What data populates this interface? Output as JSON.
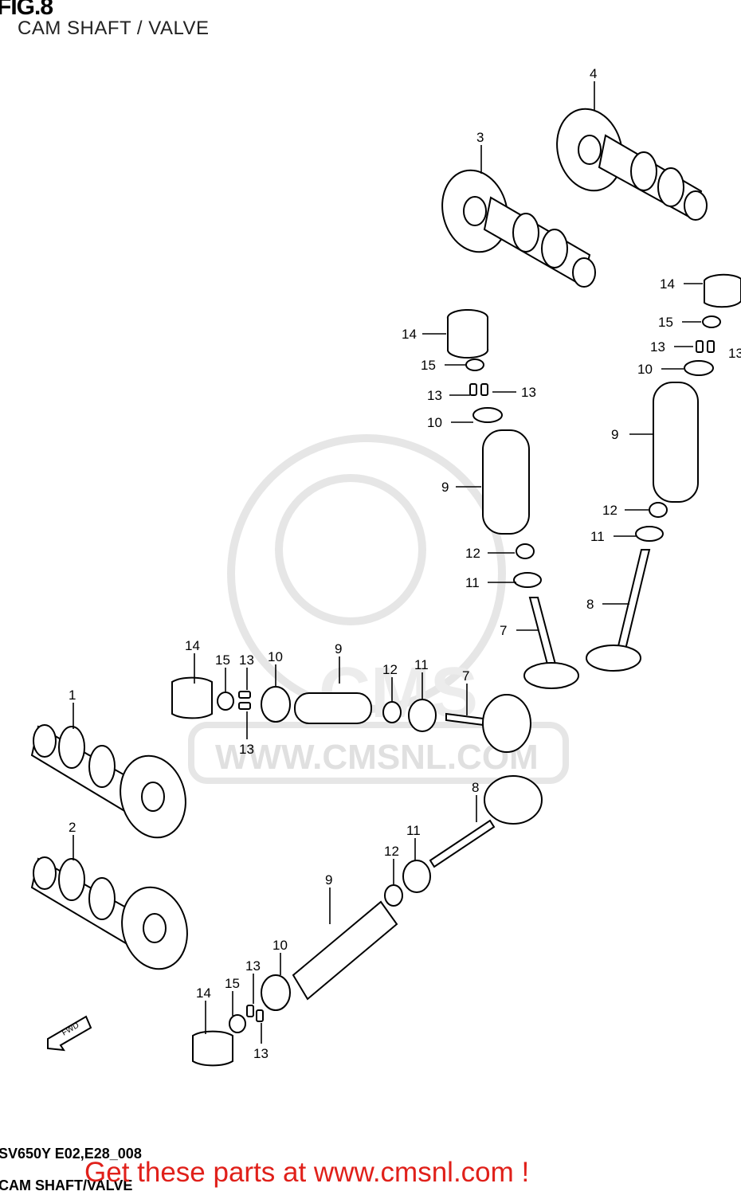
{
  "header": {
    "figure": "FIG.8",
    "title": "CAM SHAFT / VALVE"
  },
  "watermark": {
    "url": "WWW.CMSNL.COM",
    "logo": "CMS"
  },
  "footer": {
    "model_ref": "SV650Y E02,E28_008",
    "caption": "CAM SHAFT/VALVE",
    "cta": "Get these parts at www.cmsnl.com !"
  },
  "fwd_label": "FWD",
  "callouts": {
    "c1": "1",
    "c2": "2",
    "c3": "3",
    "c4": "4",
    "c7": "7",
    "c8": "8",
    "c9": "9",
    "c10": "10",
    "c11": "11",
    "c12": "12",
    "c13": "13",
    "c14": "14",
    "c15": "15"
  },
  "colors": {
    "cta": "#e0201a",
    "line": "#000000",
    "watermark": "#e6e6e6"
  }
}
